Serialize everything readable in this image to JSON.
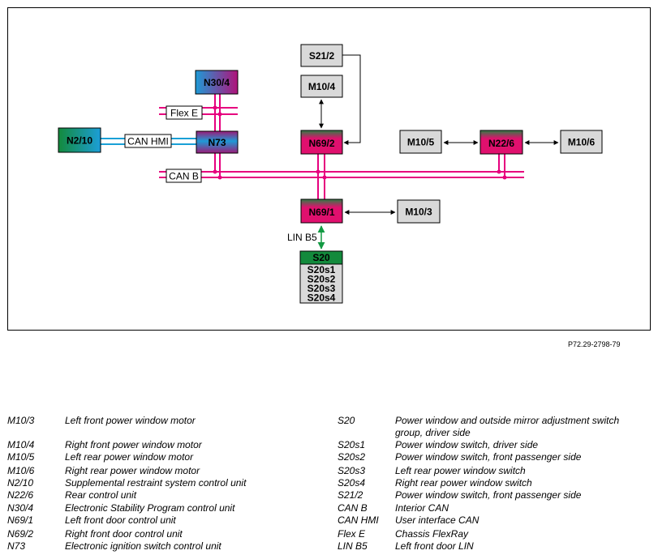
{
  "reference": "P72.29-2798-79",
  "nodes": {
    "n30_4": "N30/4",
    "n2_10": "N2/10",
    "n73": "N73",
    "s21_2": "S21/2",
    "m10_4": "M10/4",
    "n69_2": "N69/2",
    "m10_5": "M10/5",
    "n22_6": "N22/6",
    "m10_6": "M10/6",
    "n69_1": "N69/1",
    "m10_3": "M10/3",
    "s20": "S20",
    "s20_subs": [
      "S20s1",
      "S20s2",
      "S20s3",
      "S20s4"
    ]
  },
  "bus_labels": {
    "flex_e": "Flex E",
    "can_hmi": "CAN HMI",
    "can_b": "CAN B",
    "lin_b5": "LIN B5"
  },
  "colors": {
    "bus_pink": "#e6007e",
    "bus_cyan": "#1aa0d6",
    "lin_green": "#139a43",
    "s20_green": "#138a3c",
    "grey_box": "#d9d9d9"
  },
  "legend_left": [
    {
      "code": "M10/3",
      "desc": "Left front power window motor"
    },
    {
      "code": "M10/4",
      "desc": "Right front power window motor"
    },
    {
      "code": "M10/5",
      "desc": "Left rear power window motor"
    },
    {
      "code": "M10/6",
      "desc": "Right rear power window motor"
    },
    {
      "code": "N2/10",
      "desc": "Supplemental restraint system control unit"
    },
    {
      "code": "N22/6",
      "desc": "Rear control unit"
    },
    {
      "code": "N30/4",
      "desc": "Electronic Stability Program control unit"
    },
    {
      "code": "N69/1",
      "desc": "Left front door control unit"
    },
    {
      "code": "N69/2",
      "desc": "Right front door control unit"
    },
    {
      "code": "N73",
      "desc": "Electronic ignition switch control unit"
    }
  ],
  "legend_right": [
    {
      "code": "S20",
      "desc": "Power window and outside mirror adjustment switch",
      "desc2": "group, driver side"
    },
    {
      "code": "S20s1",
      "desc": "Power window switch, driver side"
    },
    {
      "code": "S20s2",
      "desc": "Power window switch, front passenger side"
    },
    {
      "code": "S20s3",
      "desc": "Left rear power window switch"
    },
    {
      "code": "S20s4",
      "desc": "Right rear power window switch"
    },
    {
      "code": "S21/2",
      "desc": "Power window switch, front passenger side"
    },
    {
      "code": "CAN B",
      "desc": "Interior CAN"
    },
    {
      "code": "CAN HMI",
      "desc": "User interface CAN"
    },
    {
      "code": "Flex E",
      "desc": "Chassis FlexRay"
    },
    {
      "code": "LIN B5",
      "desc": "Left front door LIN"
    }
  ]
}
